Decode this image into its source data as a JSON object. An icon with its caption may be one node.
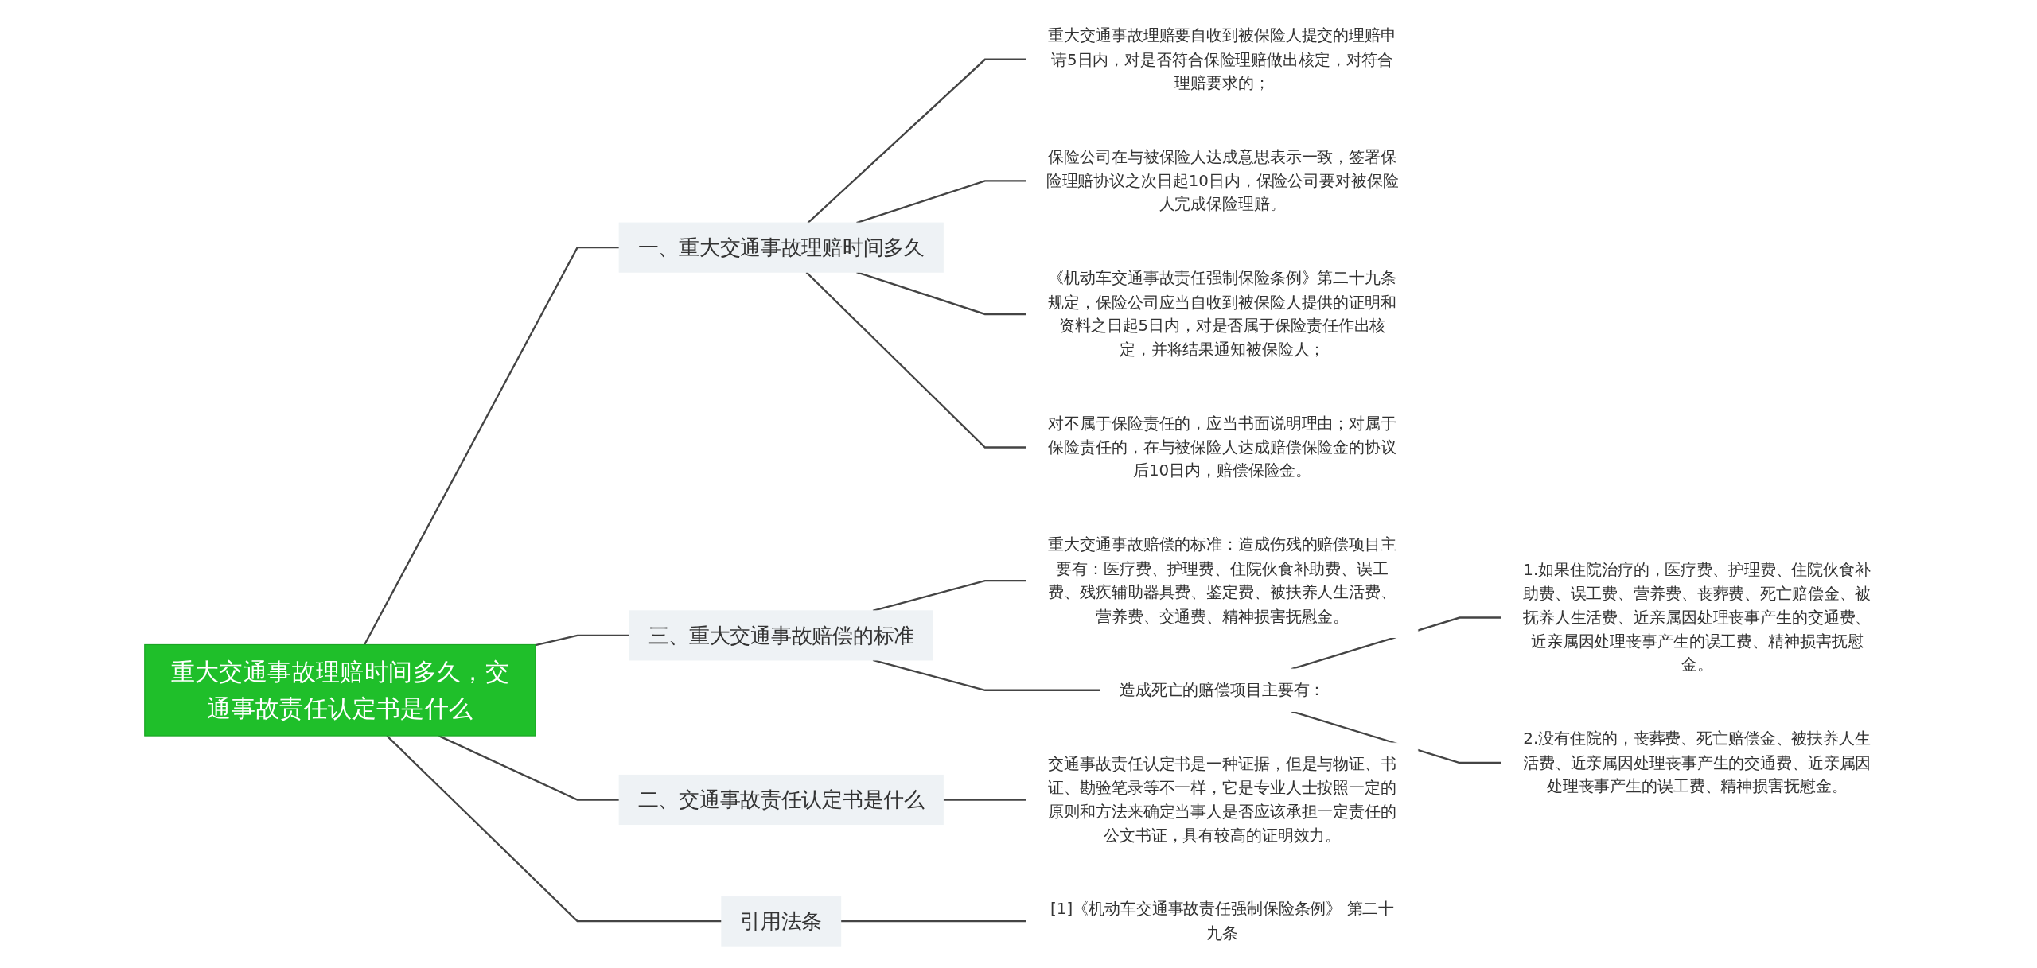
{
  "diagram": {
    "nodes": [
      {
        "text": [
          "重大交通事故理赔时间多久，交通事故责任认定书是什么"
        ]
      },
      {
        "text": [
          "一、重大交通事故理赔时间多久"
        ]
      },
      {
        "text": [
          "重大交通事故理赔要自收到被保险人提交的理赔申请5日内，对是否符合保险理赔做出核定，对符合理赔要求的；"
        ]
      },
      {
        "text": [
          "保险公司在与被保险人达成意思表示一致，签署保险理赔协议之次日起10日内，保险公司要对被保险人完成保险理赔。"
        ]
      },
      {
        "text": [
          "《机动车交通事故责任强制保险条例》第二十九条规定，保险公司应当自收到被保险人提供的证明和资料之日起5日内，对是否属于保险责任作出核定，并将结果通知被保险人；"
        ]
      },
      {
        "text": [
          "对不属于保险责任的，应当书面说明理由；对属于保险责任的，在与被保险人达成赔偿保险金的协议后10日内，赔偿保险金。"
        ]
      },
      {
        "text": [
          "三、重大交通事故赔偿的标准"
        ]
      },
      {
        "text": [
          "重大交通事故赔偿的标准：造成伤残的赔偿项目主要有：医疗费、护理费、住院伙食补助费、误工费、残疾辅助器具费、鉴定费、被扶养人生活费、营养费、交通费、精神损害抚慰金。"
        ]
      },
      {
        "text": [
          "造成死亡的赔偿项目主要有："
        ]
      },
      {
        "text": [
          "1.如果住院治疗的，医疗费、护理费、住院伙食补助费、误工费、营养费、丧葬费、死亡赔偿金、被抚养人生活费、近亲属因处理丧事产生的交通费、近亲属因处理丧事产生的误工费、精神损害抚慰金。"
        ]
      },
      {
        "text": [
          "2.没有住院的，丧葬费、死亡赔偿金、被扶养人生活费、近亲属因处理丧事产生的交通费、近亲属因处理丧事产生的误工费、精神损害抚慰金。"
        ]
      },
      {
        "text": [
          "二、交通事故责任认定书是什么"
        ]
      },
      {
        "text": [
          "交通事故责任认定书是一种证据，但是与物证、书证、勘验笔录等不一样，它是专业人士按照一定的原则和方法来确定当事人是否应该承担一定责任的公文书证，具有较高的证明效力。"
        ]
      },
      {
        "text": [
          "引用法条"
        ]
      },
      {
        "text": [
          "[1]《机动车交通事故责任强制保险条例》 第二十九条"
        ]
      }
    ],
    "edges": [
      {
        "from": 0,
        "to": 1,
        "arrow": "none"
      },
      {
        "from": 1,
        "to": 2,
        "arrow": "none"
      },
      {
        "from": 1,
        "to": 3,
        "arrow": "none"
      },
      {
        "from": 1,
        "to": 4,
        "arrow": "none"
      },
      {
        "from": 1,
        "to": 5,
        "arrow": "none"
      },
      {
        "from": 0,
        "to": 6,
        "arrow": "none"
      },
      {
        "from": 6,
        "to": 7,
        "arrow": "none"
      },
      {
        "from": 6,
        "to": 8,
        "arrow": "none"
      },
      {
        "from": 8,
        "to": 9,
        "arrow": "none"
      },
      {
        "from": 8,
        "to": 10,
        "arrow": "none"
      },
      {
        "from": 0,
        "to": 11,
        "arrow": "none"
      },
      {
        "from": 11,
        "to": 12,
        "arrow": "none"
      },
      {
        "from": 0,
        "to": 13,
        "arrow": "none"
      },
      {
        "from": 13,
        "to": 14,
        "arrow": "none"
      }
    ]
  }
}
